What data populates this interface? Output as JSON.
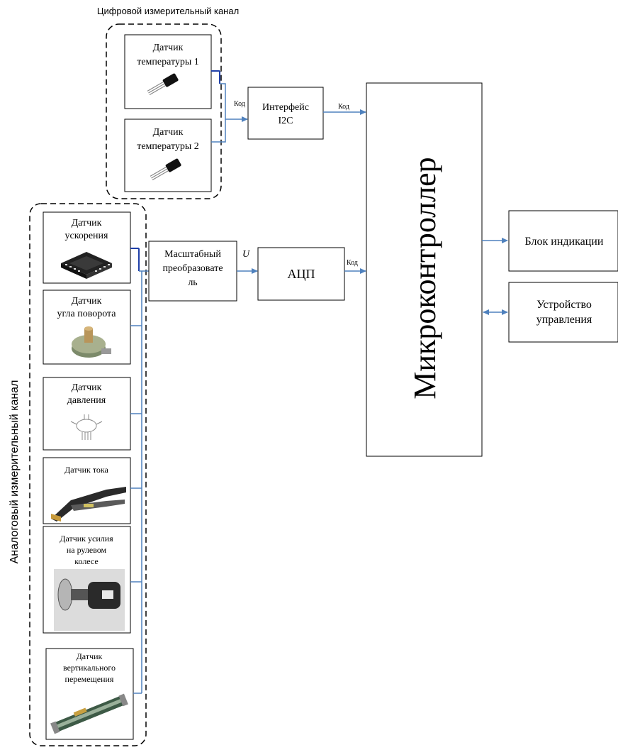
{
  "digital_channel": {
    "title": "Цифровой измерительный канал",
    "sensors": [
      {
        "line1": "Датчик",
        "line2": "температуры 1",
        "icon": "to92-transistor-icon"
      },
      {
        "line1": "Датчик",
        "line2": "температуры 2",
        "icon": "to92-transistor-icon"
      }
    ]
  },
  "analog_channel": {
    "title": "Аналоговый измерительный канал",
    "sensors": [
      {
        "lines": [
          "Датчик",
          "ускорения"
        ],
        "icon": "qfn-chip-icon"
      },
      {
        "lines": [
          "Датчик",
          "угла поворота"
        ],
        "icon": "potentiometer-icon"
      },
      {
        "lines": [
          "Датчик",
          "давления"
        ],
        "icon": "pressure-sensor-icon"
      },
      {
        "lines": [
          "Датчик тока"
        ],
        "icon": "current-clamp-icon"
      },
      {
        "lines": [
          "Датчик усилия",
          "на рулевом",
          "колесе"
        ],
        "icon": "force-sensor-icon"
      },
      {
        "lines": [
          "Датчик",
          "вертикального",
          "перемещения"
        ],
        "icon": "linear-actuator-icon"
      }
    ]
  },
  "blocks": {
    "i2c": [
      "Интерфейс",
      "I2C"
    ],
    "scaler": [
      "Масштабный",
      "преобразовате",
      "ль"
    ],
    "adc": "АЦП",
    "mcu": "Микроконтроллер",
    "display": "Блок индикации",
    "control": [
      "Устройство",
      "управления"
    ]
  },
  "signals": {
    "code_in": "Код",
    "code_out": "Код",
    "code_adc": "Код",
    "u": "U"
  },
  "colors": {
    "arrow": "#4f81bd",
    "bus": "#1f3fa8",
    "dashed": "#000000"
  }
}
